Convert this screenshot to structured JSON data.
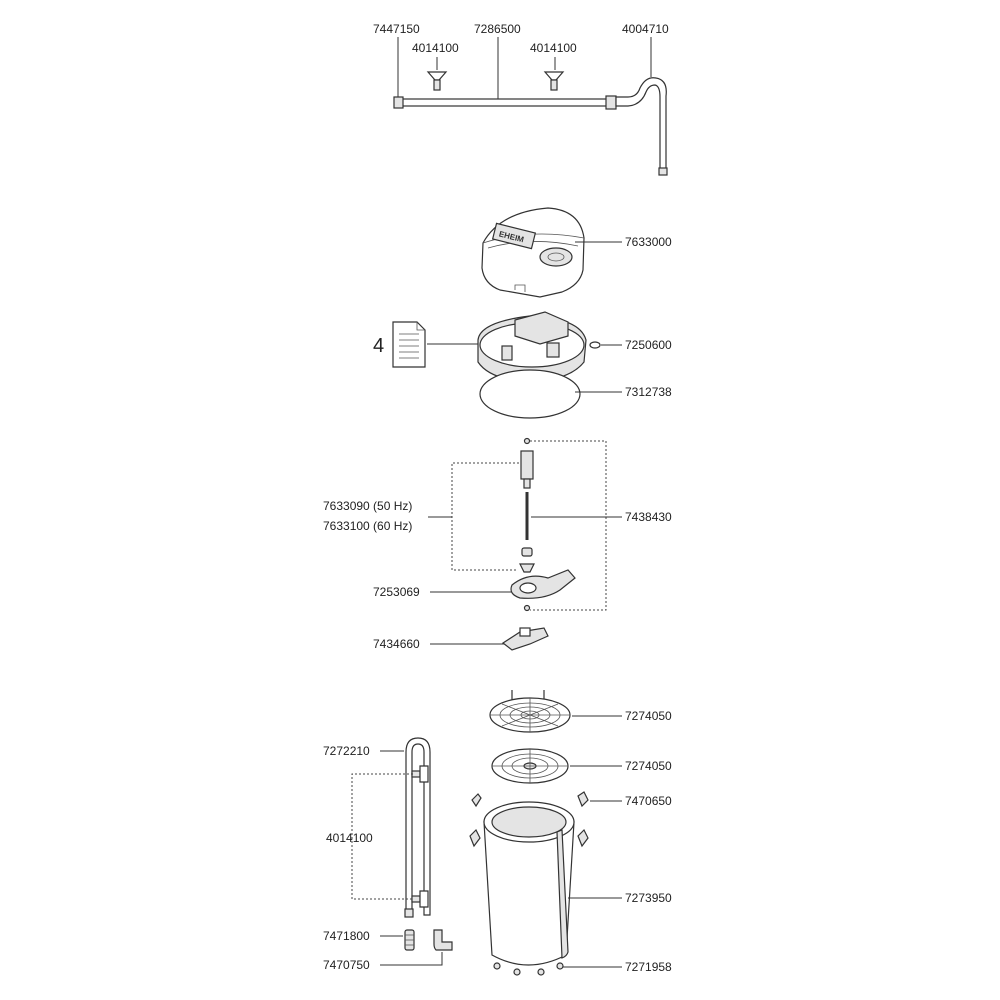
{
  "parts": {
    "p7447150": "7447150",
    "p7286500": "7286500",
    "p4014100_a": "4014100",
    "p4014100_b": "4014100",
    "p4004710": "4004710",
    "p7633000": "7633000",
    "doc_number": "4",
    "p7250600": "7250600",
    "p7312738": "7312738",
    "p7633090": "7633090  (50 Hz)",
    "p7633100": "7633100  (60 Hz)",
    "p7438430": "7438430",
    "p7253069": "7253069",
    "p7434660": "7434660",
    "p7274050_a": "7274050",
    "p7274050_b": "7274050",
    "p7272210": "7272210",
    "p7470650": "7470650",
    "p4014100_c": "4014100",
    "p7273950": "7273950",
    "p7471800": "7471800",
    "p7470750": "7470750",
    "p7271958": "7271958"
  },
  "pump_logo": "EHEIM"
}
